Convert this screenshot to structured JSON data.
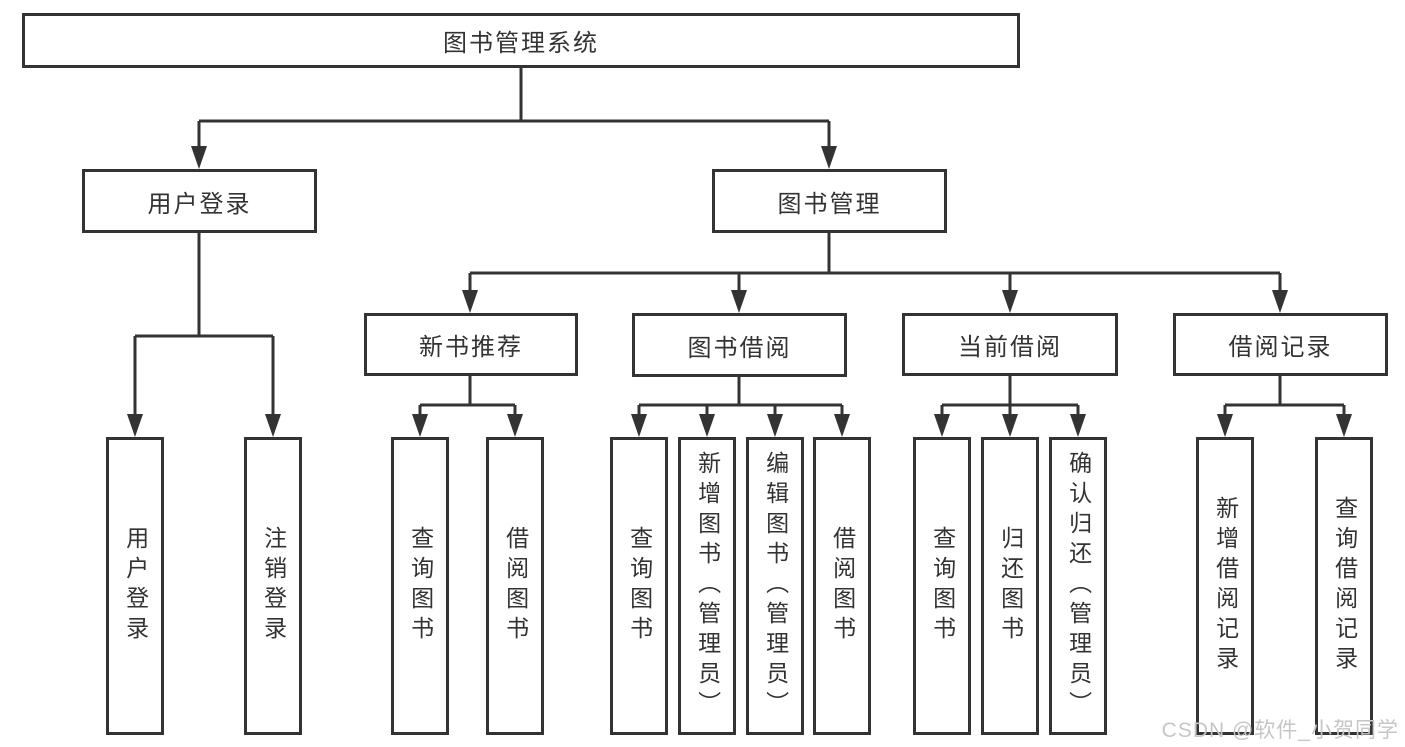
{
  "diagram": {
    "root": {
      "label": "图书管理系统"
    },
    "level1": [
      {
        "id": "user-login",
        "label": "用户登录"
      },
      {
        "id": "book-mgmt",
        "label": "图书管理"
      }
    ],
    "level2": [
      {
        "id": "new-books",
        "label": "新书推荐"
      },
      {
        "id": "borrowing",
        "label": "图书借阅"
      },
      {
        "id": "current",
        "label": "当前借阅"
      },
      {
        "id": "records",
        "label": "借阅记录"
      }
    ],
    "leaves": [
      {
        "parent": "用户登录",
        "label": "用户登录"
      },
      {
        "parent": "用户登录",
        "label": "注销登录"
      },
      {
        "parent": "新书推荐",
        "label": "查询图书"
      },
      {
        "parent": "新书推荐",
        "label": "借阅图书"
      },
      {
        "parent": "图书借阅",
        "label": "查询图书"
      },
      {
        "parent": "图书借阅",
        "label": "新增图书（管理员）"
      },
      {
        "parent": "图书借阅",
        "label": "编辑图书（管理员）"
      },
      {
        "parent": "图书借阅",
        "label": "借阅图书"
      },
      {
        "parent": "当前借阅",
        "label": "查询图书"
      },
      {
        "parent": "当前借阅",
        "label": "归还图书"
      },
      {
        "parent": "当前借阅",
        "label": "确认归还（管理员）"
      },
      {
        "parent": "借阅记录",
        "label": "新增借阅记录"
      },
      {
        "parent": "借阅记录",
        "label": "查询借阅记录"
      }
    ],
    "colors": {
      "line": "#333333",
      "text": "#333333",
      "box_background": "#ffffff",
      "watermark": "#c6c6c6"
    },
    "watermark": "CSDN @软件_小贺同学"
  }
}
